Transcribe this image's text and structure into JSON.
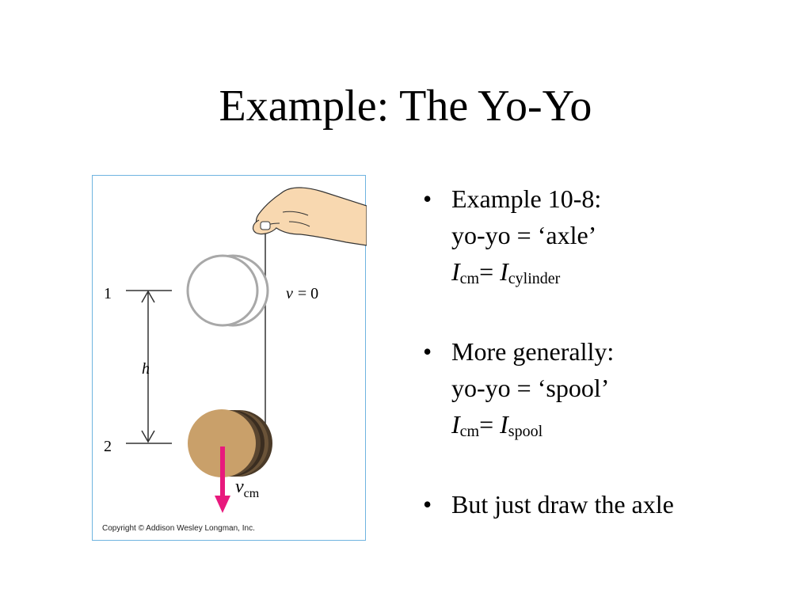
{
  "slide": {
    "title": "Example: The Yo-Yo"
  },
  "figure": {
    "label_1": "1",
    "label_2": "2",
    "label_h": "h",
    "label_v0_var": "v",
    "label_v0_eq": "= 0",
    "label_vcm_var": "v",
    "label_vcm_sub": "cm",
    "copyright": "Copyright © Addison Wesley Longman, Inc.",
    "colors": {
      "disk": "#c9a06a",
      "arrow": "#e8197d",
      "skin": "#f8d8b0",
      "ring": "#a8a8a8",
      "border": "#6fb4e0"
    },
    "icons": [
      "hand-icon",
      "yoyo-ring-icon",
      "yoyo-disk-icon",
      "velocity-arrow-icon",
      "height-arrow-icon"
    ]
  },
  "bullets": [
    {
      "bullet": "•",
      "line1": "Example 10-8:",
      "line2": "yo-yo = ‘axle’",
      "eq_var": "I",
      "eq_sub": "cm",
      "eq_equals": "= ",
      "eq_var2": "I",
      "eq_sub2": "cylinder"
    },
    {
      "bullet": "•",
      "line1": "More generally:",
      "line2": "yo-yo = ‘spool’",
      "eq_var": "I",
      "eq_sub": "cm",
      "eq_equals": "= ",
      "eq_var2": "I",
      "eq_sub2": "spool"
    },
    {
      "bullet": "•",
      "line1": "But just draw the axle"
    }
  ]
}
